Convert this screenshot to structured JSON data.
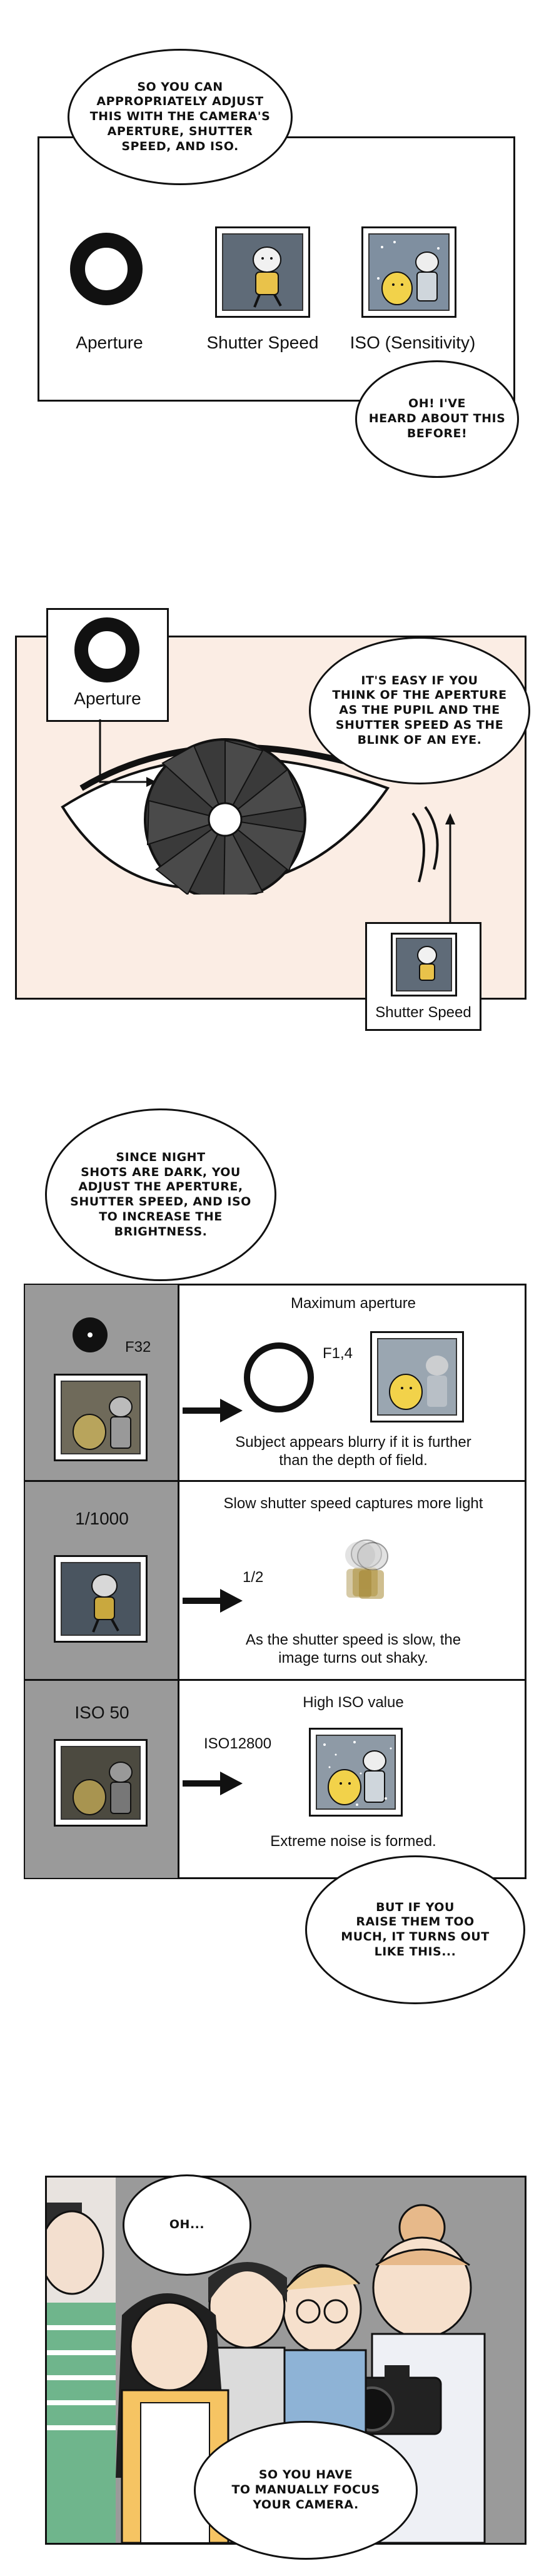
{
  "panel1": {
    "bubble_top": "SO YOU CAN\nAPPROPRIATELY ADJUST\nTHIS WITH THE CAMERA'S\nAPERTURE, SHUTTER\nSPEED, AND ISO.",
    "aperture_label": "Aperture",
    "shutter_label": "Shutter Speed",
    "iso_label": "ISO (Sensitivity)",
    "bubble_bottom": "OH! I'VE\nHEARD ABOUT THIS\nBEFORE!"
  },
  "panel2": {
    "aperture_label": "Aperture",
    "bubble": "IT'S EASY IF YOU\nTHINK OF THE APERTURE\nAS THE PUPIL AND THE\nSHUTTER SPEED AS THE\nBLINK OF AN EYE.",
    "shutter_label": "Shutter Speed"
  },
  "panel3": {
    "bubble_top": "SINCE NIGHT\nSHOTS ARE DARK, YOU\nADJUST THE APERTURE,\nSHUTTER SPEED, AND ISO\nTO INCREASE THE\nBRIGHTNESS.",
    "rows": [
      {
        "left_value": "F32",
        "title": "Maximum aperture",
        "right_value": "F1,4",
        "caption": "Subject appears blurry if it is further\nthan the depth of field."
      },
      {
        "left_value": "1/1000",
        "title": "Slow shutter speed captures more light",
        "right_value": "1/2",
        "caption": "As the shutter speed is slow, the\nimage turns out shaky."
      },
      {
        "left_value": "ISO 50",
        "title": "High ISO value",
        "right_value": "ISO12800",
        "caption": "Extreme noise is formed."
      }
    ],
    "bubble_bottom": "BUT IF YOU\nRAISE THEM TOO\nMUCH, IT TURNS OUT\nLIKE THIS..."
  },
  "panel4": {
    "bubble_top": "OH...",
    "bubble_bottom": "SO YOU HAVE\nTO MANUALLY FOCUS\nYOUR CAMERA."
  },
  "colors": {
    "ink": "#111111",
    "panel_pink": "#fbede4",
    "gray_column": "#9a9a9a",
    "photo_bg": "#5f6b78",
    "photo_bg2": "#8e9aa6",
    "yellow_chick": "#f2d24a",
    "bg_panel4": "#9a9a9a"
  }
}
